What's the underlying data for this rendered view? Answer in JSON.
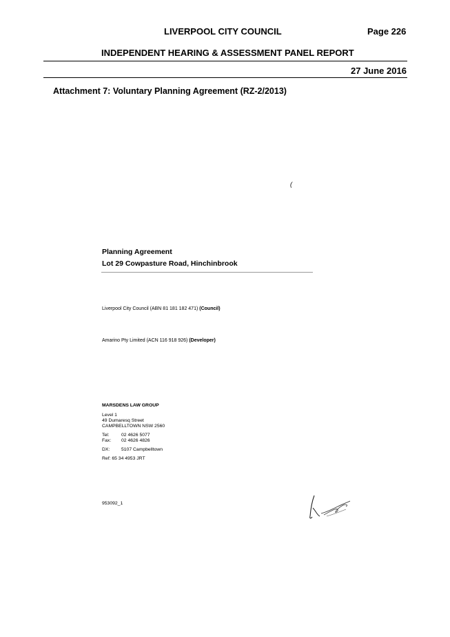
{
  "header": {
    "council": "LIVERPOOL CITY COUNCIL",
    "page": "Page 226",
    "report_title": "INDEPENDENT HEARING & ASSESSMENT PANEL REPORT",
    "date": "27 June 2016"
  },
  "attachment_title": "Attachment 7: Voluntary Planning Agreement (RZ-2/2013)",
  "stray_mark": "(",
  "agreement": {
    "title": "Planning Agreement",
    "subtitle": "Lot 29 Cowpasture Road, Hinchinbrook"
  },
  "parties": {
    "council_prefix": "Liverpool City Council (ABN 81 181 182 471) ",
    "council_role": "(Council)",
    "developer_prefix": "Amarino Pty Limited (ACN 116 918 926) ",
    "developer_role": "(Developer)"
  },
  "law_firm": {
    "name": "MARSDENS LAW GROUP",
    "address_line1": "Level 1",
    "address_line2": "49 Dumaresq Street",
    "address_line3": "CAMPBELLTOWN  NSW  2560",
    "tel_label": "Tel:",
    "tel_value": "02 4626 5077",
    "fax_label": "Fax:",
    "fax_value": "02 4626 4826",
    "dx_label": "DX:",
    "dx_value": "5107 Campbelltown",
    "ref": "Ref: 65 34 4953 JRT"
  },
  "doc_number": "953092_1",
  "signature_icon": "handwritten-signature"
}
